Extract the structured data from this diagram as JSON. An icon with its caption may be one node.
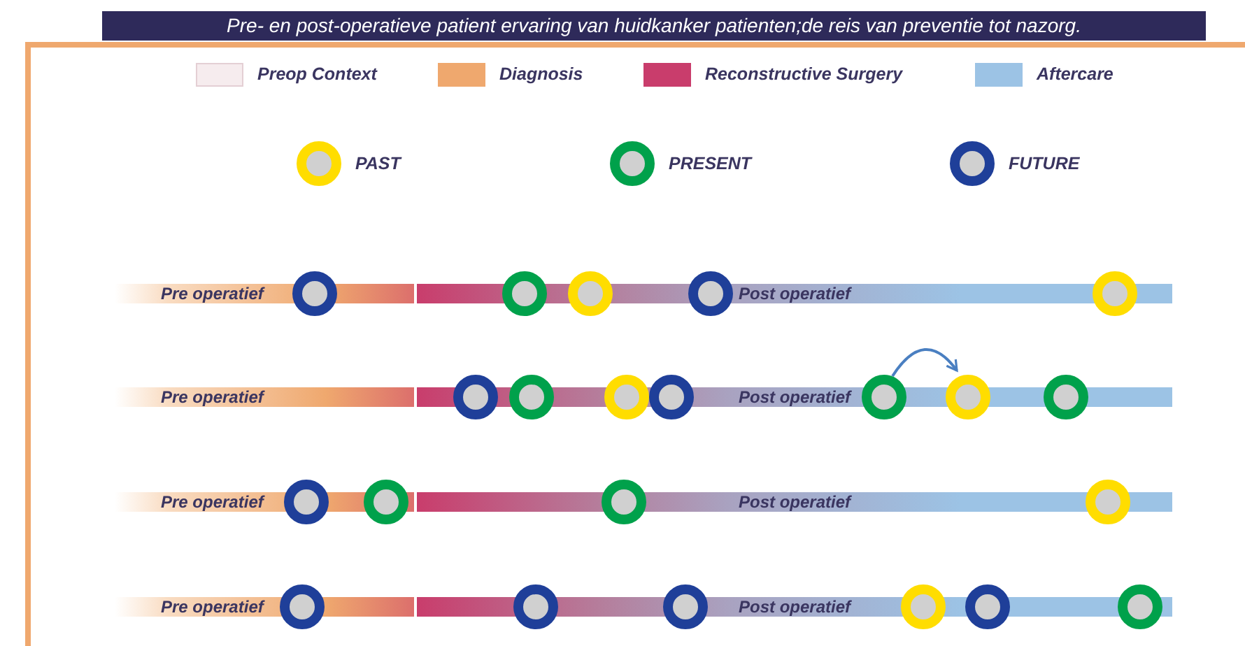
{
  "diagram": {
    "title": "Pre- en post-operatieve patient ervaring van huidkanker patienten;de reis van preventie tot nazorg.",
    "nodes": [
      {
        "text": [
          "Pre operatief",
          "Post operatief"
        ]
      },
      {
        "text": [],
        "shape": "circle"
      },
      {
        "text": [],
        "shape": "circle"
      },
      {
        "text": [],
        "shape": "circle"
      },
      {
        "text": [],
        "shape": "circle"
      },
      {
        "text": [],
        "shape": "circle"
      },
      {
        "text": [
          "Pre operatief",
          "Post operatief"
        ]
      },
      {
        "text": [],
        "shape": "circle"
      },
      {
        "text": [],
        "shape": "circle"
      },
      {
        "text": [],
        "shape": "circle"
      },
      {
        "text": [],
        "shape": "circle"
      },
      {
        "text": [],
        "shape": "circle"
      },
      {
        "text": [],
        "shape": "circle"
      },
      {
        "text": [],
        "shape": "circle"
      },
      {
        "text": [
          "Pre operatief",
          "Post operatief"
        ]
      },
      {
        "text": [],
        "shape": "circle"
      },
      {
        "text": [],
        "shape": "circle"
      },
      {
        "text": [],
        "shape": "circle"
      },
      {
        "text": [],
        "shape": "circle"
      },
      {
        "text": [
          "Pre operatief",
          "Post operatief"
        ]
      },
      {
        "text": [],
        "shape": "circle"
      },
      {
        "text": [],
        "shape": "circle"
      },
      {
        "text": [],
        "shape": "circle"
      },
      {
        "text": [],
        "shape": "circle"
      },
      {
        "text": [],
        "shape": "circle"
      },
      {
        "text": [],
        "shape": "circle"
      }
    ],
    "edges": [
      {
        "from": 11,
        "to": 12,
        "arrow": "to"
      }
    ],
    "legend": [
      {
        "text": "Preop Context",
        "color": "#f6ecee"
      },
      {
        "text": "Diagnosis",
        "color": "#efa86e"
      },
      {
        "text": "Reconstructive Surgery",
        "color": "#c93d6c"
      },
      {
        "text": "Aftercare",
        "color": "#9cc3e5"
      },
      {
        "text": "PAST"
      },
      {
        "text": "PRESENT"
      },
      {
        "text": "FUTURE"
      }
    ]
  }
}
